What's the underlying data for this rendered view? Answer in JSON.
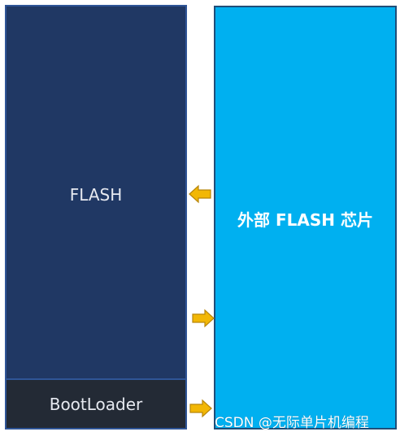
{
  "diagram": {
    "flash_label": "FLASH",
    "bootloader_label": "BootLoader",
    "external_flash_label": "外部 FLASH 芯片",
    "arrows": [
      {
        "direction": "left",
        "color": "#f2b705"
      },
      {
        "direction": "right",
        "color": "#f2b705"
      },
      {
        "direction": "right",
        "color": "#f2b705"
      }
    ]
  },
  "watermark": "CSDN @无际单片机编程",
  "colors": {
    "flash_fill": "#203864",
    "bootloader_fill": "#232a35",
    "external_flash_fill": "#00b0f0",
    "arrow_fill": "#f2b705",
    "arrow_stroke": "#b8860b"
  }
}
